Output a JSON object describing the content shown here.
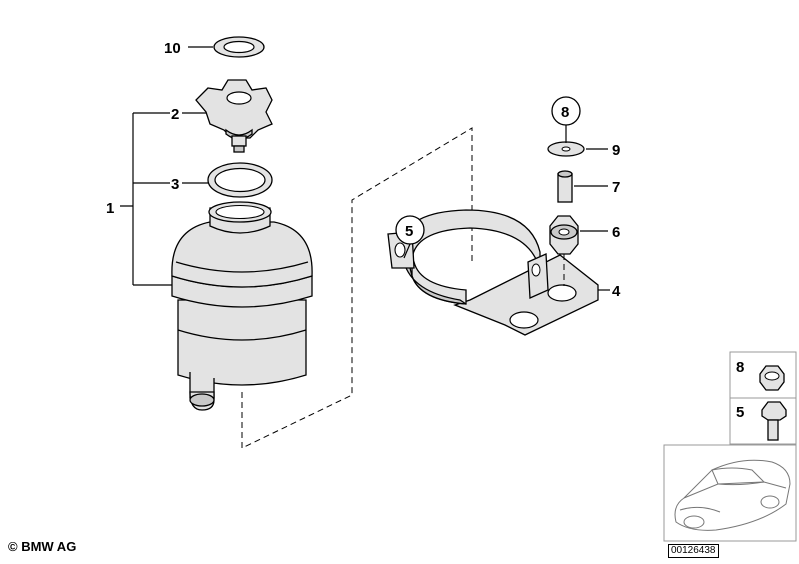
{
  "callouts": {
    "c10": "10",
    "c2": "2",
    "c3": "3",
    "c1": "1",
    "c8_top": "8",
    "c9": "9",
    "c7": "7",
    "c5_bracket": "5",
    "c6": "6",
    "c4": "4",
    "c8_inset": "8",
    "c5_inset": "5"
  },
  "footer": {
    "copyright": "© BMW AG",
    "doc_number": "00126438"
  },
  "colors": {
    "line": "#000000",
    "part_fill": "#e3e3e3",
    "background": "#ffffff"
  }
}
